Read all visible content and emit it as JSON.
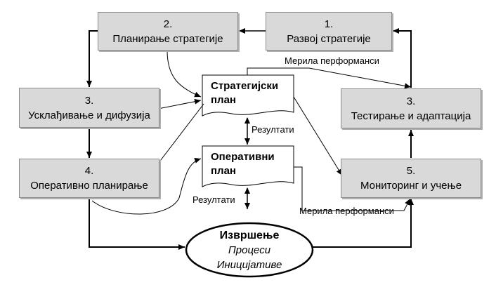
{
  "steps": {
    "s1": {
      "num": "1.",
      "label": "Развој стратегије"
    },
    "s2": {
      "num": "2.",
      "label": "Планирање стратегије"
    },
    "s3a": {
      "num": "3.",
      "label": "Усклађивање и дифузија"
    },
    "s3b": {
      "num": "3.",
      "label": "Тестирање и адаптација"
    },
    "s4": {
      "num": "4.",
      "label": "Оперативно планирање"
    },
    "s5": {
      "num": "5.",
      "label": "Мониторинг и учење"
    }
  },
  "documents": {
    "strategic": {
      "line1": "Стратегијски",
      "line2": "план"
    },
    "operative": {
      "line1": "Оперативни",
      "line2": "план"
    }
  },
  "execution": {
    "title": "Извршење",
    "line1": "Процеси",
    "line2": "Иницијативе"
  },
  "labels": {
    "perf_measures_top": "Мерила перформанси",
    "perf_measures_bottom": "Мерила перформанси",
    "results_top": "Резултати",
    "results_bottom": "Резултати"
  },
  "colors": {
    "box_fill": "#d9d9d9",
    "box_border": "#8c8c8c",
    "line": "#000000"
  }
}
